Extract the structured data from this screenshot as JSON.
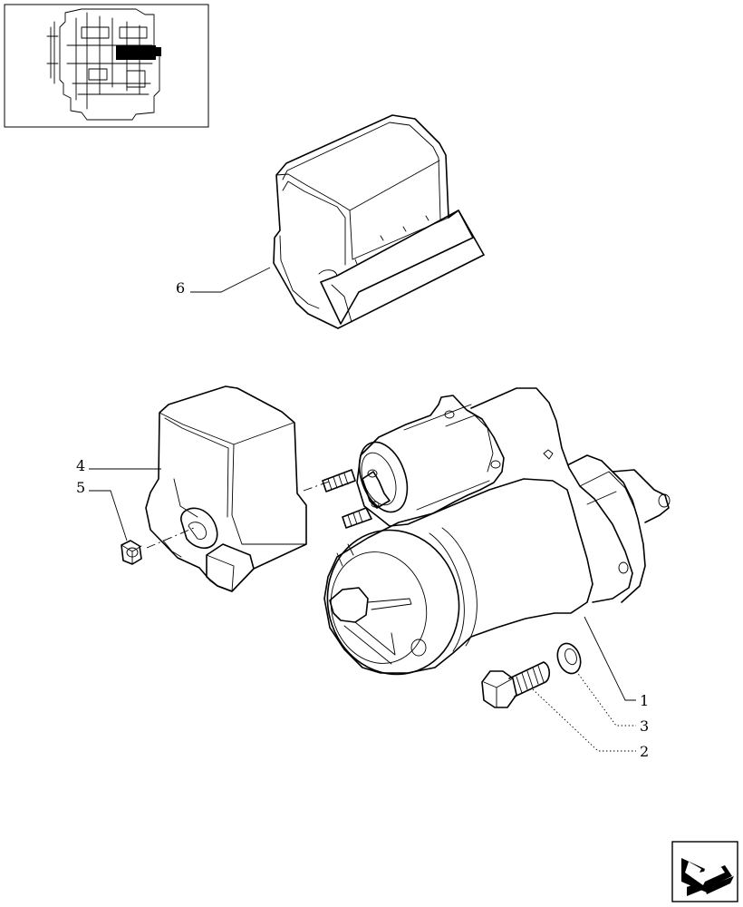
{
  "callouts": [
    {
      "id": "1",
      "text": "1"
    },
    {
      "id": "2",
      "text": "2"
    },
    {
      "id": "3",
      "text": "3"
    },
    {
      "id": "4",
      "text": "4"
    },
    {
      "id": "5",
      "text": "5"
    },
    {
      "id": "6",
      "text": "6"
    }
  ],
  "icons": {
    "thumbnail": "engine-thumbnail-icon",
    "next": "next-page-arrow-icon"
  },
  "colors": {
    "line": "#000000",
    "background": "#ffffff"
  }
}
